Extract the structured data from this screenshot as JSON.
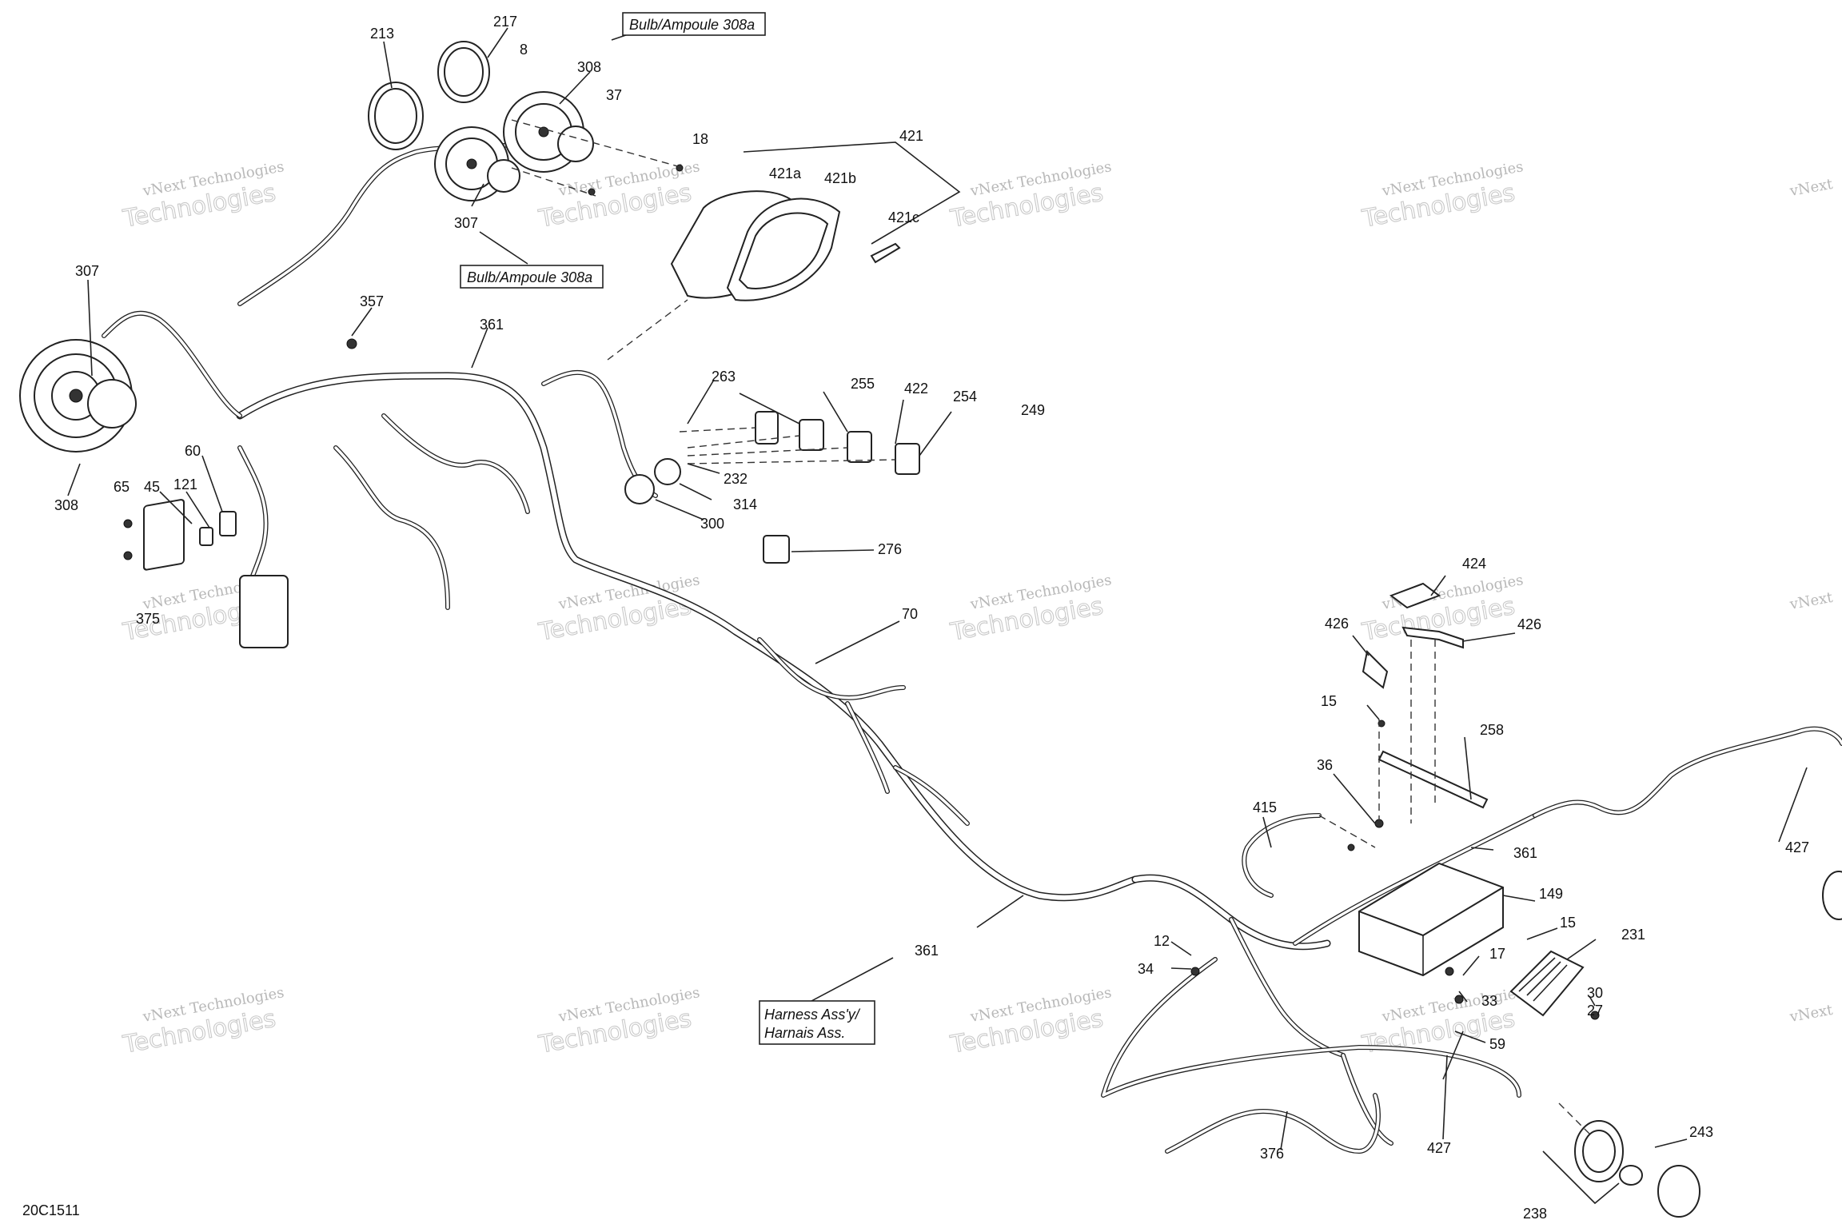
{
  "diagram_code": "20C1511",
  "boxed_labels": {
    "bulb_top": "Bulb/Ampoule 308a",
    "bulb_bottom": "Bulb/Ampoule 308a",
    "harness_line1": "Harness Ass'y/",
    "harness_line2": "Harnais Ass."
  },
  "watermark": {
    "line1": "vNext Technologies",
    "line2": "Technologies",
    "brand": "vNext"
  },
  "callouts": [
    "213",
    "217",
    "8",
    "308",
    "37",
    "18",
    "307",
    "421",
    "421a",
    "421b",
    "421c",
    "307",
    "357",
    "361",
    "308",
    "60",
    "65",
    "45",
    "121",
    "375",
    "263",
    "255",
    "422",
    "254",
    "249",
    "232",
    "314",
    "300",
    "276",
    "70",
    "424",
    "426",
    "426",
    "15",
    "258",
    "36",
    "415",
    "361",
    "149",
    "15",
    "231",
    "17",
    "12",
    "34",
    "33",
    "30",
    "27",
    "59",
    "361",
    "427",
    "427",
    "376",
    "243",
    "238"
  ]
}
